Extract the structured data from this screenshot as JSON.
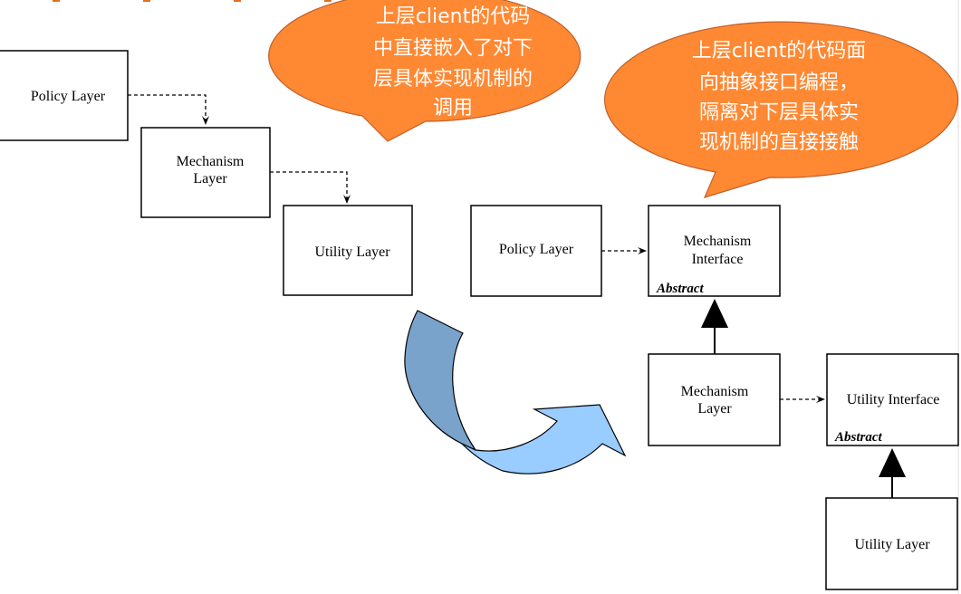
{
  "bubble_left": {
    "lines": [
      "上层client的代码",
      "中直接嵌入了对下",
      "层具体实现机制的",
      "调用"
    ]
  },
  "bubble_right": {
    "lines": [
      "上层client的代码面",
      "向抽象接口编程，",
      "隔离对下层具体实",
      "现机制的直接接触"
    ]
  },
  "before": {
    "policy": "Policy Layer",
    "mechanism": [
      "Mechanism",
      "Layer"
    ],
    "utility": "Utility Layer"
  },
  "after": {
    "policy": "Policy Layer",
    "mechanism_interface": [
      "Mechanism",
      "Interface"
    ],
    "mechanism_interface_tag": "Abstract",
    "mechanism_layer": [
      "Mechanism",
      "Layer"
    ],
    "utility_interface": "Utility Interface",
    "utility_interface_tag": "Abstract",
    "utility_layer": "Utility Layer"
  },
  "colors": {
    "bubble": "#ff8833",
    "arrow_dark": "#7aa3cc",
    "arrow_light": "#99ccff"
  }
}
